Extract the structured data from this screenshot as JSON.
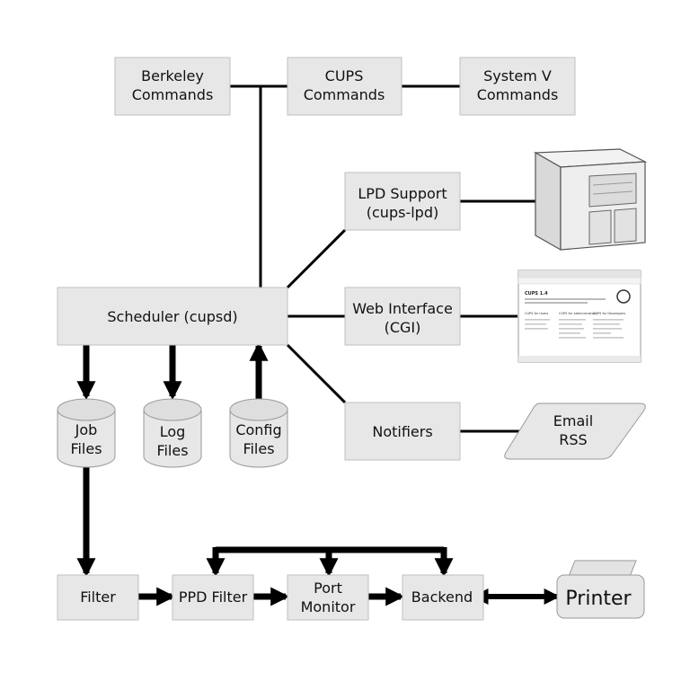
{
  "nodes": {
    "berkeley_commands": [
      "Berkeley",
      "Commands"
    ],
    "cups_commands": [
      "CUPS",
      "Commands"
    ],
    "system_v_commands": [
      "System V",
      "Commands"
    ],
    "lpd_support": [
      "LPD Support",
      "(cups-lpd)"
    ],
    "web_interface": [
      "Web Interface",
      "(CGI)"
    ],
    "notifiers": "Notifiers",
    "scheduler": "Scheduler (cupsd)",
    "job_files": [
      "Job",
      "Files"
    ],
    "log_files": [
      "Log",
      "Files"
    ],
    "config_files": [
      "Config",
      "Files"
    ],
    "email_rss": [
      "Email",
      "RSS"
    ],
    "filter": "Filter",
    "ppd_filter": "PPD Filter",
    "port_monitor": [
      "Port",
      "Monitor"
    ],
    "backend": "Backend",
    "printer": "Printer"
  },
  "web_screenshot": {
    "title": "CUPS 1.4",
    "columns": [
      "CUPS for Users",
      "CUPS for Administrators",
      "CUPS for Developers"
    ]
  },
  "colors": {
    "box_fill": "#e7e7e7",
    "box_stroke": "#bfbfbf",
    "line": "#000000",
    "background": "#ffffff"
  }
}
